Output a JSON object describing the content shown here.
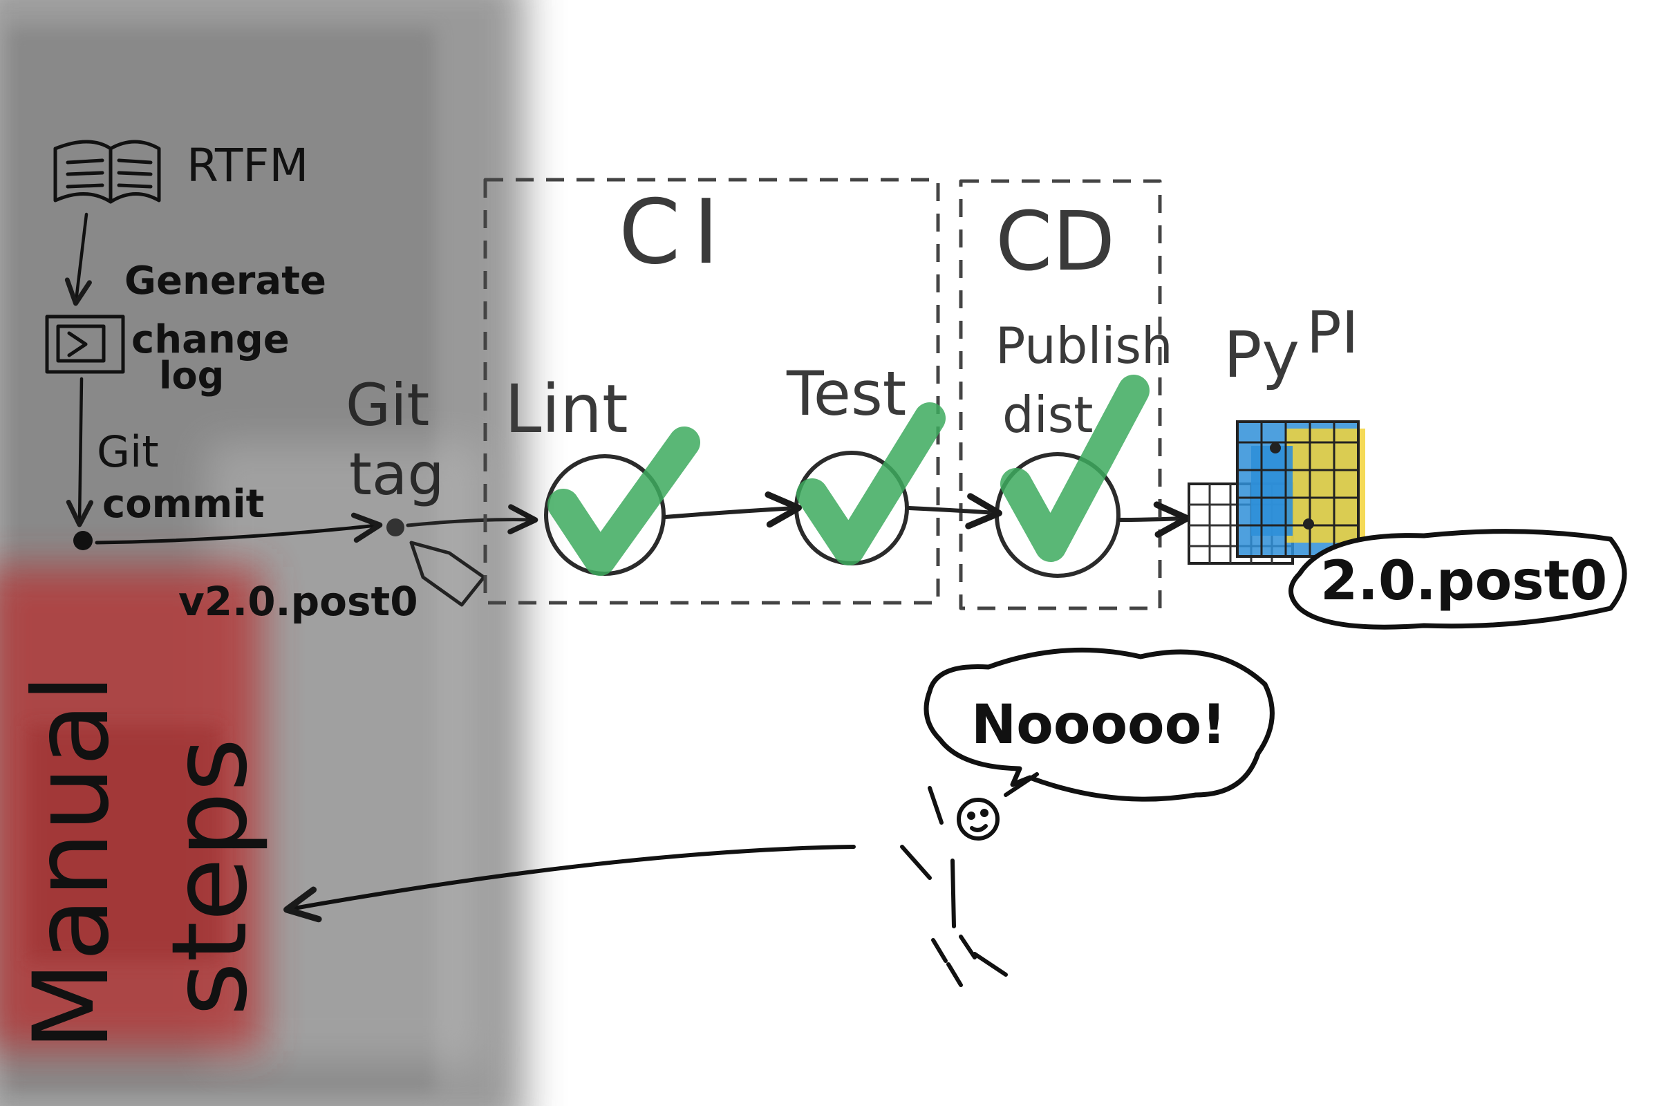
{
  "manual_panel": {
    "rtfm": "RTFM",
    "generate": "Generate",
    "change": "change",
    "log": "log",
    "git": "Git",
    "commit": "commit",
    "version_tag": "v2.0.post0",
    "vertical_label_line1": "Manual",
    "vertical_label_line2": "steps"
  },
  "git_tag": {
    "line1": "Git",
    "line2": "tag"
  },
  "ci_box": {
    "title": "CI",
    "steps": [
      {
        "label": "Lint"
      },
      {
        "label": "Test"
      }
    ]
  },
  "cd_box": {
    "title": "CD",
    "step_line1": "Publish",
    "step_line2": "dist"
  },
  "pypi": {
    "name_part1": "Py",
    "name_part2": "PI",
    "version_badge": "2.0.post0"
  },
  "reaction": {
    "speech": "Nooooo!"
  },
  "colors": {
    "check_green": "#3daa5e",
    "panel_grey": "#8f8f8f",
    "panel_red": "#b23a3a",
    "python_blue": "#2f8fd8",
    "python_yellow": "#f3d43a"
  }
}
